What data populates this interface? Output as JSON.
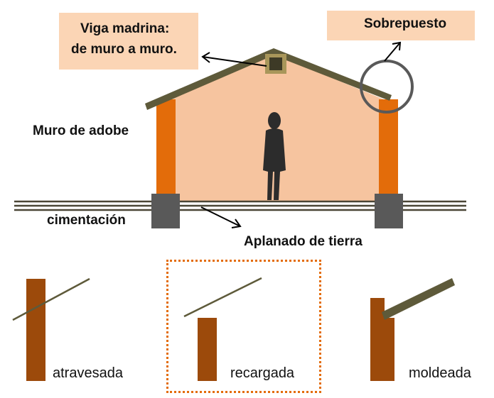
{
  "colors": {
    "wall_fill": "#f6c49f",
    "adobe_wall": "#e36c0a",
    "roof": "#5e5a3a",
    "foundation": "#595959",
    "floor_line": "#4a4636",
    "callout_box": "#fbd5b5",
    "circle": "#595959",
    "beam_brown": "#9c4a0b",
    "dotted_frame": "#e36c09",
    "silhouette": "#2c2c2c"
  },
  "labels": {
    "viga_madrina_line1": "Viga madrina:",
    "viga_madrina_line2": "de muro a muro.",
    "sobrepuesto": "Sobrepuesto",
    "muro_de_adobe": "Muro de adobe",
    "cimentacion": "cimentación",
    "aplanado_de_tierra": "Aplanado de tierra"
  },
  "details": [
    {
      "id": "atravesada",
      "caption": "atravesada"
    },
    {
      "id": "recargada",
      "caption": "recargada"
    },
    {
      "id": "moldeada",
      "caption": "moldeada"
    }
  ]
}
